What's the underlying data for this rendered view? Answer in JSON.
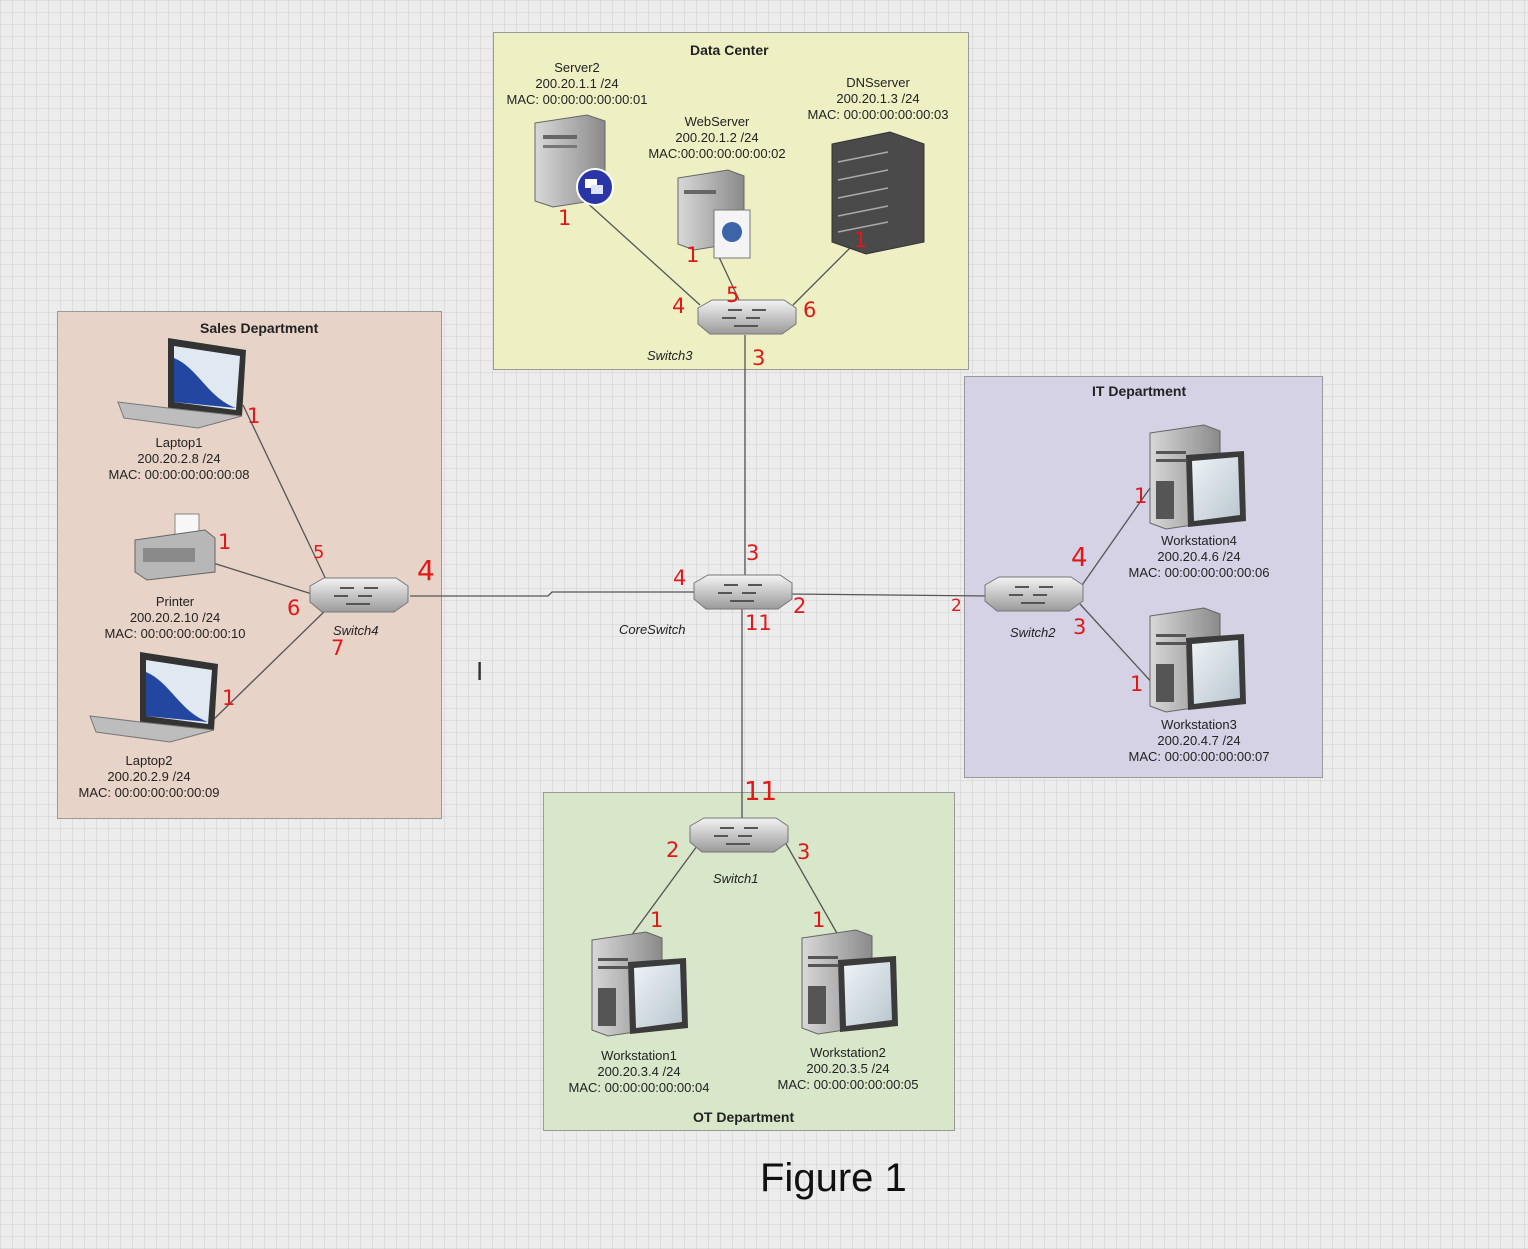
{
  "regions": {
    "data_center": "Data Center",
    "sales": "Sales Department",
    "it": "IT Department",
    "ot": "OT Department"
  },
  "devices": {
    "server2": {
      "name": "Server2",
      "ip": "200.20.1.1 /24",
      "mac": "MAC: 00:00:00:00:00:01"
    },
    "webserver": {
      "name": "WebServer",
      "ip": "200.20.1.2 /24",
      "mac": "MAC:00:00:00:00:00:02"
    },
    "dnsserver": {
      "name": "DNSserver",
      "ip": "200.20.1.3 /24",
      "mac": "MAC: 00:00:00:00:00:03"
    },
    "laptop1": {
      "name": "Laptop1",
      "ip": "200.20.2.8 /24",
      "mac": "MAC: 00:00:00:00:00:08"
    },
    "printer": {
      "name": "Printer",
      "ip": "200.20.2.10 /24",
      "mac": "MAC: 00:00:00:00:00:10"
    },
    "laptop2": {
      "name": "Laptop2",
      "ip": "200.20.2.9 /24",
      "mac": "MAC: 00:00:00:00:00:09"
    },
    "workstation4": {
      "name": "Workstation4",
      "ip": "200.20.4.6 /24",
      "mac": "MAC: 00:00:00:00:00:06"
    },
    "workstation3": {
      "name": "Workstation3",
      "ip": "200.20.4.7 /24",
      "mac": "MAC: 00:00:00:00:00:07"
    },
    "workstation1": {
      "name": "Workstation1",
      "ip": "200.20.3.4 /24",
      "mac": "MAC: 00:00:00:00:00:04"
    },
    "workstation2": {
      "name": "Workstation2",
      "ip": "200.20.3.5 /24",
      "mac": "MAC: 00:00:00:00:00:05"
    }
  },
  "switches": {
    "switch3": "Switch3",
    "switch4": "Switch4",
    "coreswitch": "CoreSwitch",
    "switch2": "Switch2",
    "switch1": "Switch1"
  },
  "port_marks": {
    "server2": "1",
    "webserver": "1",
    "dnsserver": "1",
    "sw3_server2": "4",
    "sw3_web": "5",
    "sw3_dns": "6",
    "sw3_up": "3",
    "laptop1": "1",
    "printer": "1",
    "laptop2": "1",
    "sw4_laptop1": "5",
    "sw4_printer": "6",
    "sw4_laptop2": "7",
    "sw4_core": "4",
    "core_sw4": "4",
    "core_sw3": "3",
    "core_sw2": "2",
    "core_sw1": "11",
    "sw2_core": "2",
    "sw2_ws4": "4",
    "sw2_ws3": "3",
    "ws4": "1",
    "ws3": "1",
    "sw1_core": "11",
    "sw1_ws1": "2",
    "sw1_ws2": "3",
    "ws1": "1",
    "ws2": "1"
  },
  "caption": "Figure 1",
  "colors": {
    "data_center": "#eef0c4",
    "sales": "#e8d3c8",
    "it": "#d4d2e4",
    "ot": "#d8e6c9",
    "annotation": "#e01818"
  }
}
